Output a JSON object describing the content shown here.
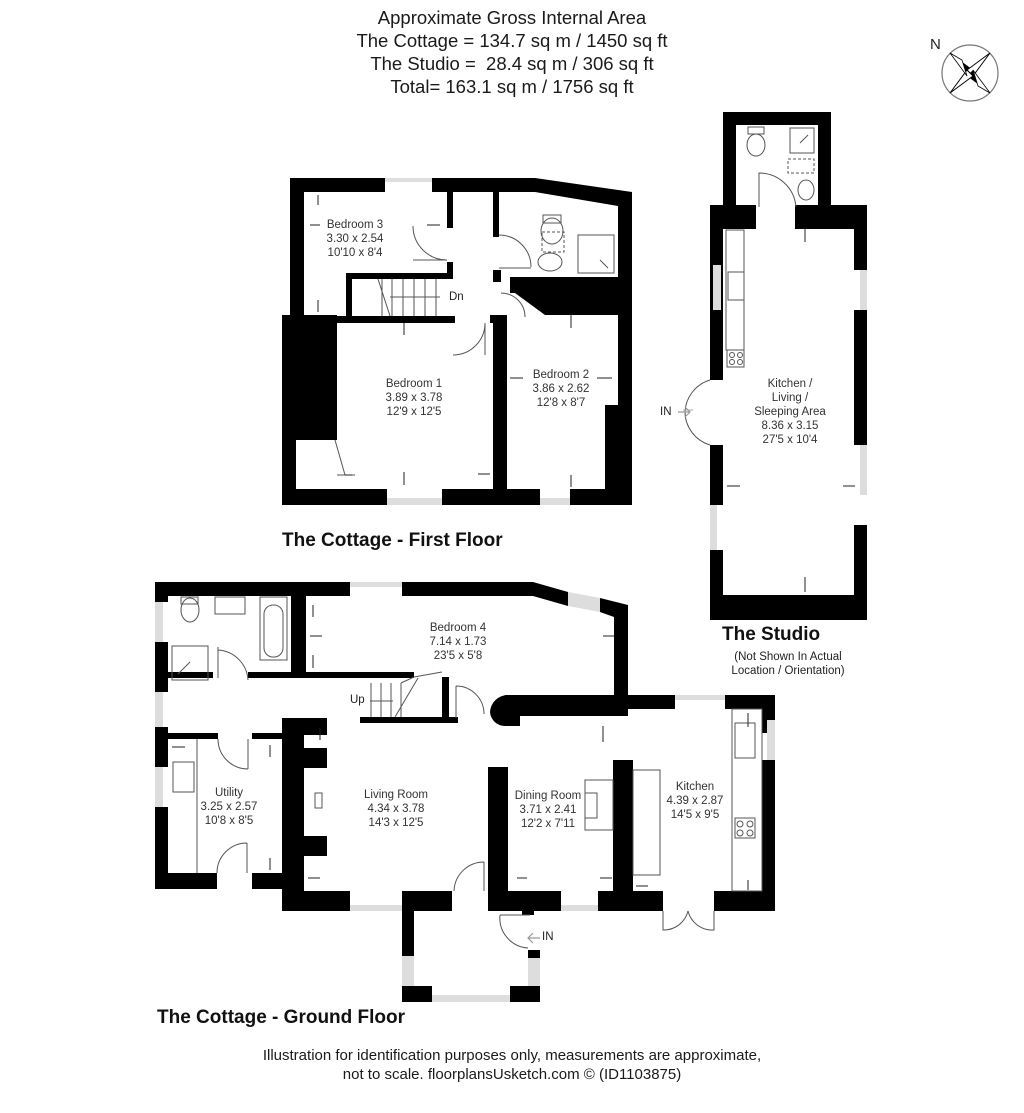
{
  "header": {
    "line1": "Approximate Gross Internal Area",
    "line2": "The Cottage = 134.7 sq m / 1450 sq ft",
    "line3": "The Studio =  28.4 sq m / 306 sq ft",
    "line4": "Total= 163.1 sq m / 1756 sq ft"
  },
  "compass": {
    "label": "N",
    "icon": "compass-rose-icon"
  },
  "first_floor": {
    "title": "The Cottage - First Floor",
    "stairs_label": "Dn",
    "rooms": [
      {
        "name": "Bedroom 3",
        "metric": "3.30 x 2.54",
        "imperial": "10'10 x 8'4"
      },
      {
        "name": "Bedroom 1",
        "metric": "3.89 x 3.78",
        "imperial": "12'9 x 12'5"
      },
      {
        "name": "Bedroom 2",
        "metric": "3.86 x 2.62",
        "imperial": "12'8 x 8'7"
      }
    ]
  },
  "studio": {
    "title": "The Studio",
    "note_line1": "(Not Shown In Actual",
    "note_line2": "Location / Orientation)",
    "entrance_label": "IN",
    "rooms": [
      {
        "name_line1": "Kitchen /",
        "name_line2": "Living /",
        "name_line3": "Sleeping Area",
        "metric": "8.36 x 3.15",
        "imperial": "27'5 x 10'4"
      }
    ]
  },
  "ground_floor": {
    "title": "The Cottage - Ground Floor",
    "stairs_label": "Up",
    "entrance_label": "IN",
    "rooms": [
      {
        "name": "Bedroom 4",
        "metric": "7.14 x 1.73",
        "imperial": "23'5 x 5'8"
      },
      {
        "name": "Utility",
        "metric": "3.25 x 2.57",
        "imperial": "10'8 x 8'5"
      },
      {
        "name": "Living Room",
        "metric": "4.34 x 3.78",
        "imperial": "14'3 x 12'5"
      },
      {
        "name": "Dining Room",
        "metric": "3.71 x 2.41",
        "imperial": "12'2 x 7'11"
      },
      {
        "name": "Kitchen",
        "metric": "4.39 x 2.87",
        "imperial": "14'5 x 9'5"
      }
    ]
  },
  "footer": {
    "line1": "Illustration for identification purposes only, measurements are approximate,",
    "line2": "not to scale. floorplansUsketch.com © (ID1103875)"
  },
  "colors": {
    "wall": "#000000",
    "window": "#d9d9d9",
    "fixture": "#888888",
    "text": "#333333"
  }
}
